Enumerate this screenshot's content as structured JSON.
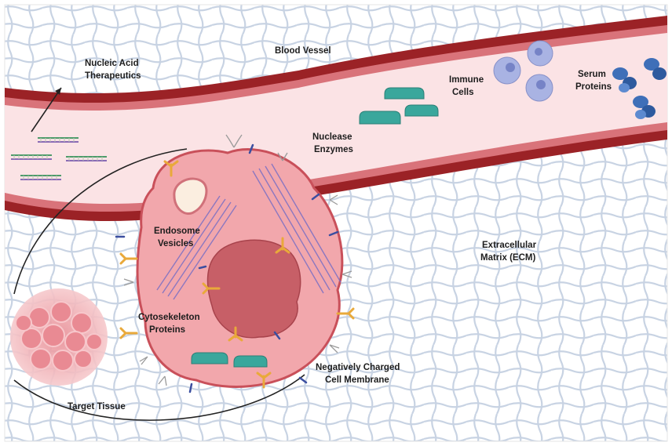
{
  "labels": {
    "nucleic_acid_therapeutics": [
      "Nucleic Acid",
      "Therapeutics"
    ],
    "blood_vessel": "Blood Vessel",
    "immune_cells": [
      "Immune",
      "Cells"
    ],
    "serum_proteins": [
      "Serum",
      "Proteins"
    ],
    "nuclease_enzymes": [
      "Nuclease",
      "Enzymes"
    ],
    "endosome_vesicles": [
      "Endosome",
      "Vesicles"
    ],
    "extracellular_matrix": [
      "Extracellular",
      "Matrix (ECM)"
    ],
    "cytoskeleton_proteins": [
      "Cytosekeleton",
      "Proteins"
    ],
    "cell_membrane": [
      "Negatively Charged",
      "Cell Membrane"
    ],
    "target_tissue": "Target Tissue"
  },
  "colors": {
    "vessel_outer": "#9b2226",
    "vessel_mid": "#d9737a",
    "vessel_lumen": "#fbe3e5",
    "cell_body": "#f2a7ac",
    "cell_outline": "#c9505a",
    "nucleus": "#c75f67",
    "ecm_mesh": "#c8d3e3",
    "nuclease": "#3aa79c",
    "immune_cell": "#a9b3e3",
    "serum_protein": "#3f6fb8",
    "receptor": "#e9a93a",
    "cytoskeleton": "#7a6fc4"
  },
  "icons": [
    "sirna-duplex-icon",
    "nuclease-enzyme-icon",
    "immune-cell-icon",
    "serum-protein-icon",
    "receptor-icon",
    "glycan-icon",
    "endosome-icon",
    "tumor-tissue-icon"
  ]
}
